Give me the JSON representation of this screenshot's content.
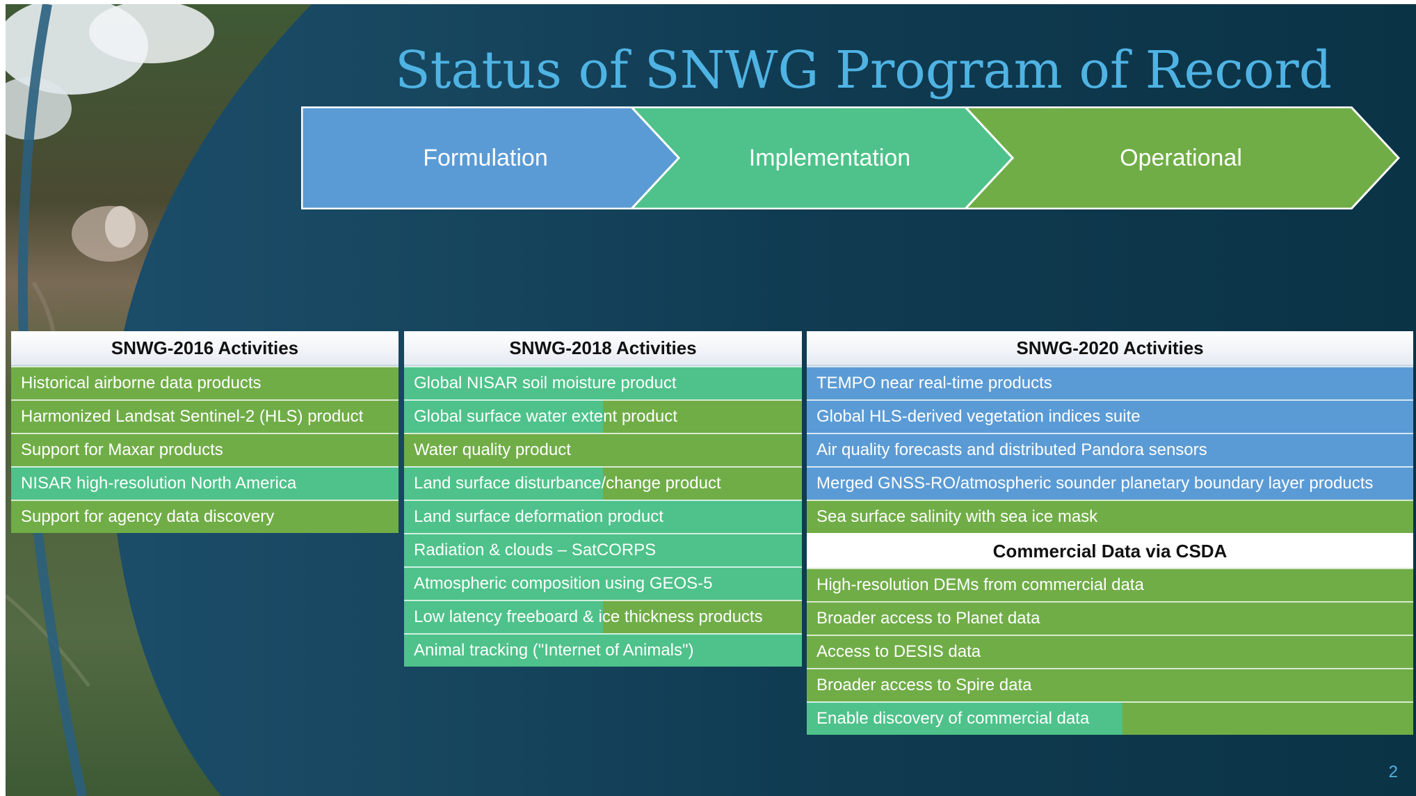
{
  "slide": {
    "title": "Status of SNWG Program of Record",
    "page_number": "2"
  },
  "colors": {
    "formulation": "#5b9bd5",
    "implementation": "#4ec28a",
    "operational": "#70ad47",
    "title": "#4fb3e3"
  },
  "stages": [
    "Formulation",
    "Implementation",
    "Operational"
  ],
  "tables": [
    {
      "header": "SNWG-2016 Activities",
      "rows": [
        {
          "label": "Historical airborne data products",
          "status": "operational"
        },
        {
          "label": "Harmonized Landsat Sentinel-2 (HLS) product",
          "status": "operational"
        },
        {
          "label": "Support for Maxar products",
          "status": "operational"
        },
        {
          "label": "NISAR high-resolution North America",
          "status": "implementation"
        },
        {
          "label": "Support for agency data discovery",
          "status": "operational"
        }
      ]
    },
    {
      "header": "SNWG-2018 Activities",
      "rows": [
        {
          "label": "Global NISAR soil moisture product",
          "status": "implementation"
        },
        {
          "label": "Global surface water extent product",
          "status": "implementation",
          "operational_fraction": 0.5
        },
        {
          "label": "Water quality product",
          "status": "operational"
        },
        {
          "label": "Land surface disturbance/change product",
          "status": "implementation",
          "operational_fraction": 0.5
        },
        {
          "label": "Land surface deformation product",
          "status": "implementation"
        },
        {
          "label": "Radiation & clouds – SatCORPS",
          "status": "implementation"
        },
        {
          "label": "Atmospheric composition using GEOS-5",
          "status": "implementation"
        },
        {
          "label": "Low latency freeboard & ice thickness products",
          "status": "implementation",
          "operational_fraction": 0.5
        },
        {
          "label": "Animal tracking (\"Internet of Animals\")",
          "status": "implementation"
        }
      ]
    },
    {
      "header": "SNWG-2020 Activities",
      "rows": [
        {
          "label": "TEMPO near real-time products",
          "status": "formulation"
        },
        {
          "label": "Global HLS-derived vegetation indices suite",
          "status": "formulation"
        },
        {
          "label": "Air quality forecasts and distributed Pandora sensors",
          "status": "formulation"
        },
        {
          "label": "Merged GNSS-RO/atmospheric sounder planetary boundary layer products",
          "status": "formulation"
        },
        {
          "label": "Sea surface salinity with sea ice mask",
          "status": "operational"
        }
      ],
      "subheader": "Commercial Data via CSDA",
      "subrows": [
        {
          "label": "High-resolution DEMs from commercial data",
          "status": "operational"
        },
        {
          "label": "Broader access to Planet data",
          "status": "operational"
        },
        {
          "label": "Access to DESIS data",
          "status": "operational"
        },
        {
          "label": "Broader access to Spire data",
          "status": "operational"
        },
        {
          "label": "Enable discovery of commercial data",
          "status": "implementation",
          "operational_fraction": 0.52
        }
      ]
    }
  ]
}
